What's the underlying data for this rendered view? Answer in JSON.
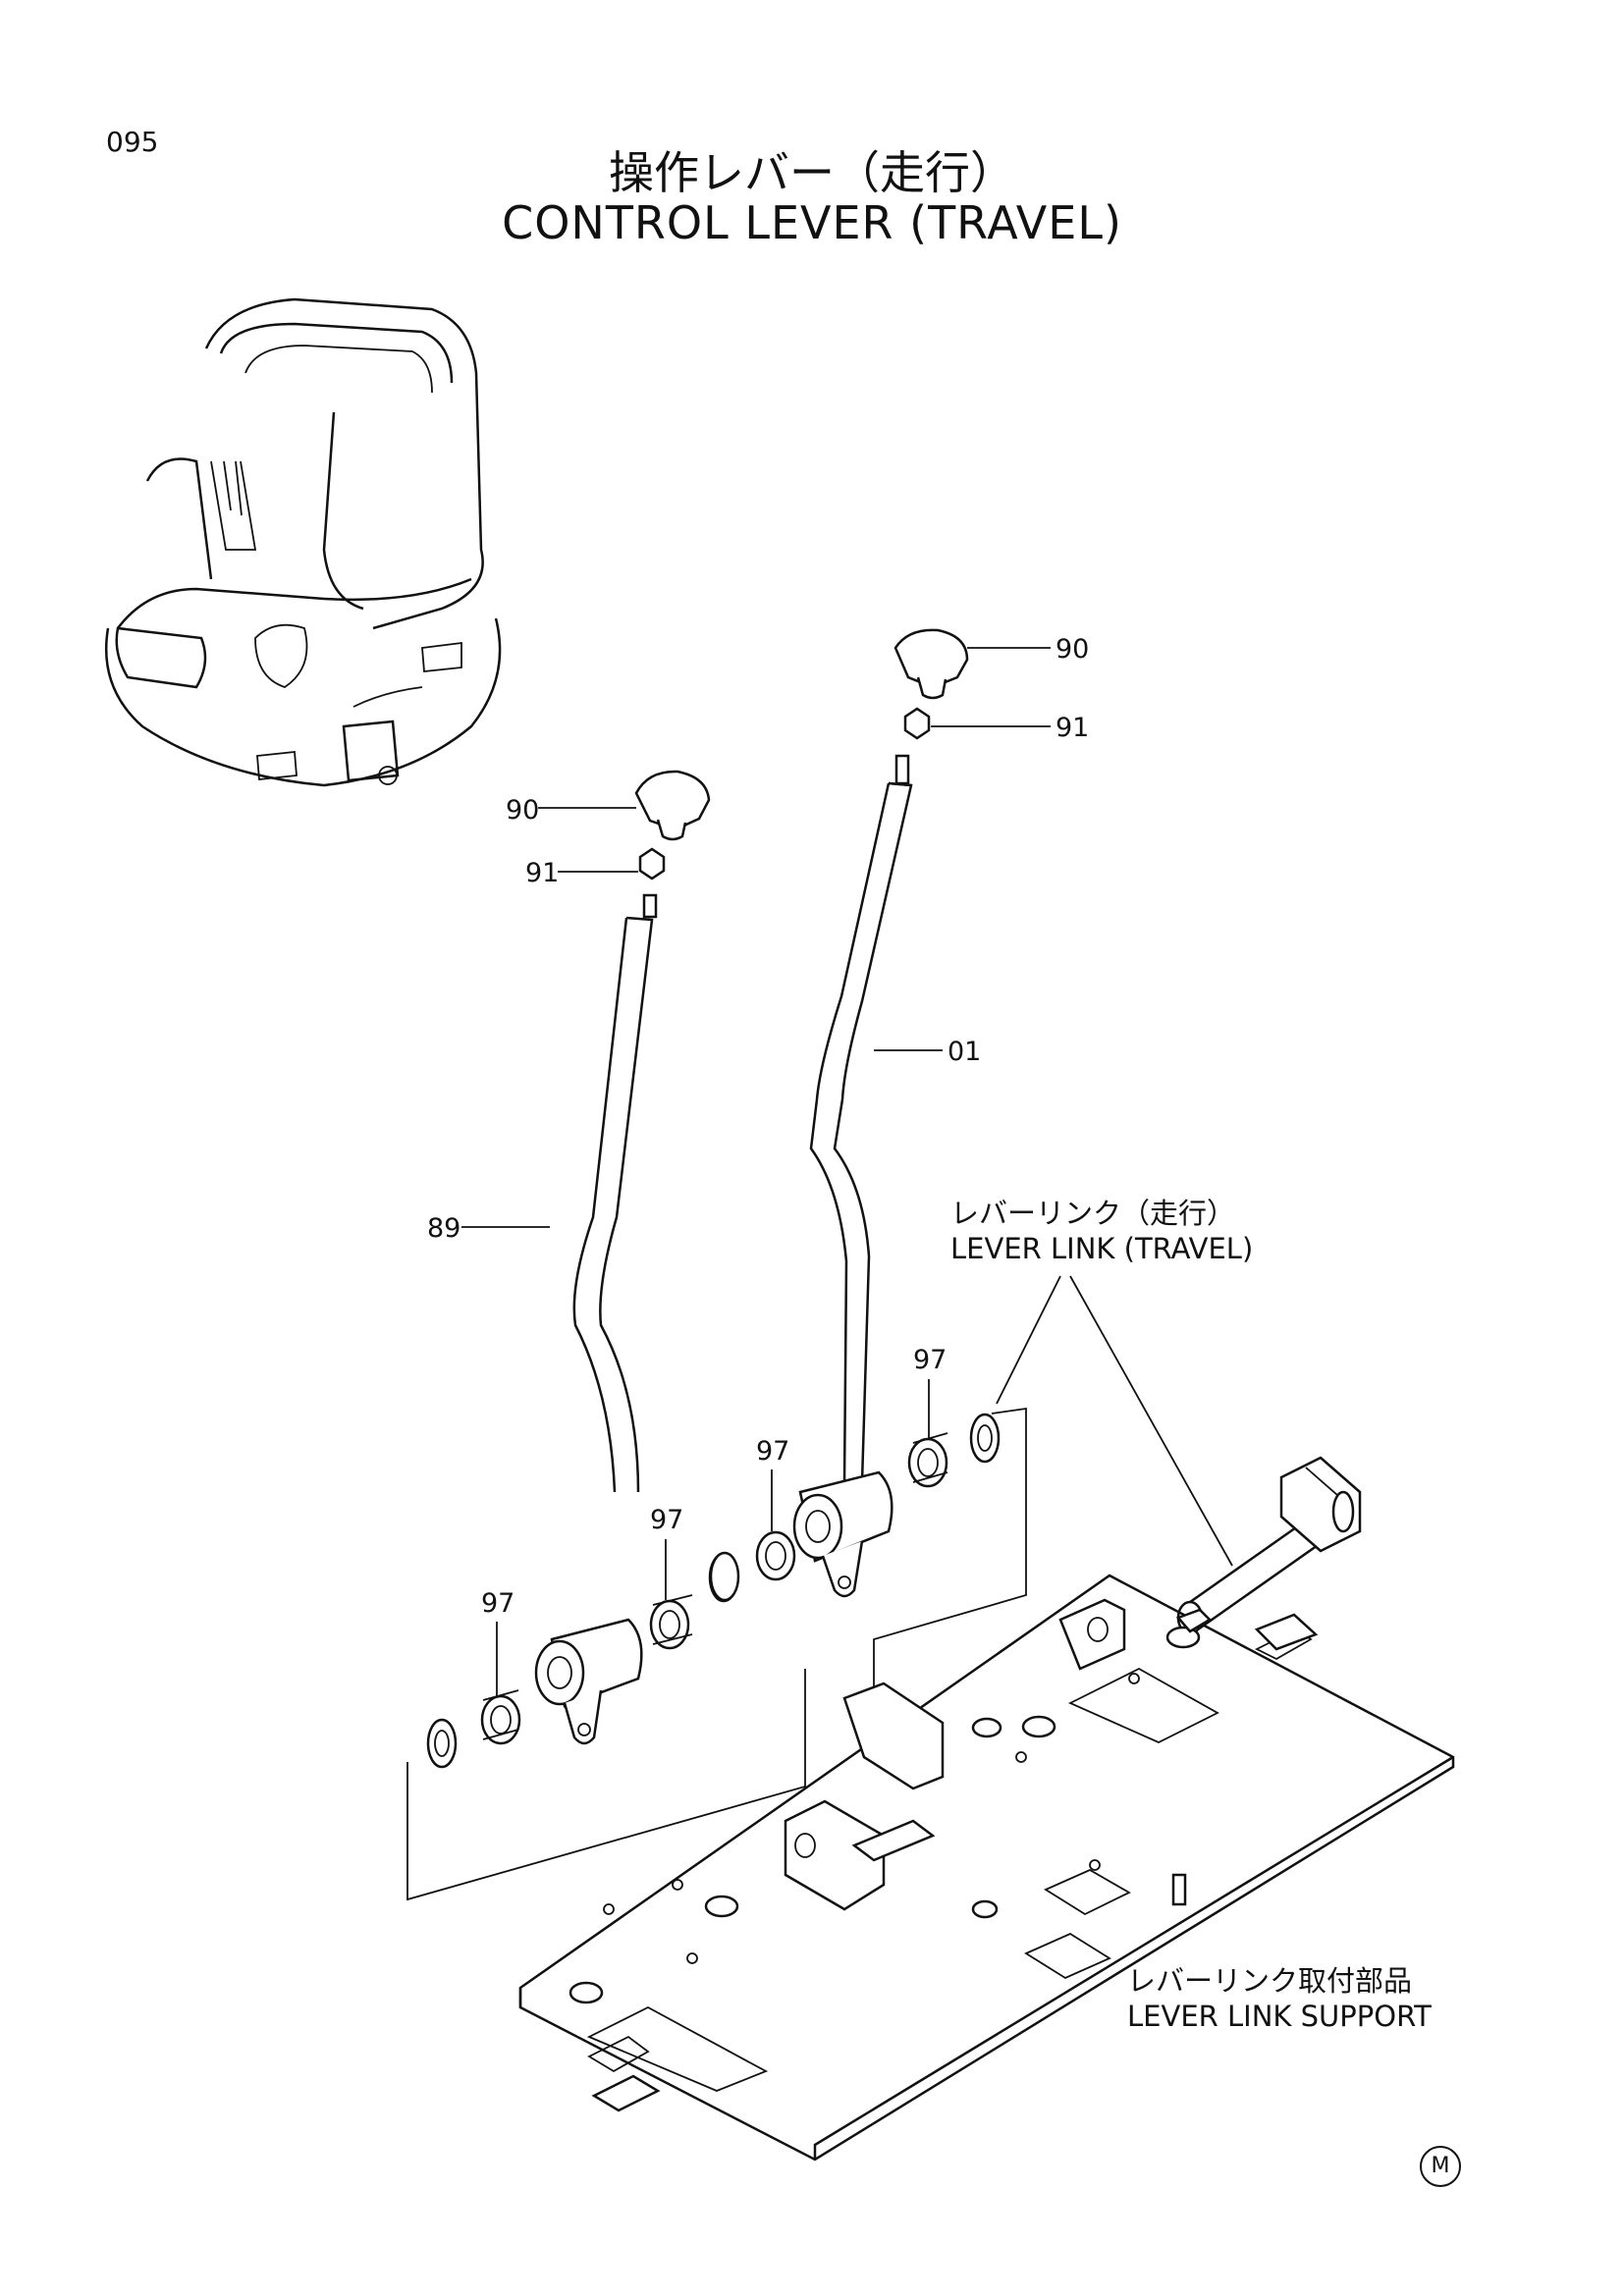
{
  "page_number": "095",
  "title": {
    "jp": "操作レバー（走行）",
    "en": "CONTROL LEVER (TRAVEL)"
  },
  "parts": {
    "knob_right": "90",
    "nut_right": "91",
    "lever_right": "01",
    "knob_left": "90",
    "nut_left": "91",
    "lever_left": "89",
    "bushing_1": "97",
    "bushing_2": "97",
    "bushing_3": "97",
    "bushing_4": "97"
  },
  "callouts": {
    "lever_link_jp": "レバーリンク（走行）",
    "lever_link_en": "LEVER LINK (TRAVEL)",
    "support_jp": "レバーリンク取付部品",
    "support_en": "LEVER LINK SUPPORT"
  },
  "footer_mark": "M"
}
